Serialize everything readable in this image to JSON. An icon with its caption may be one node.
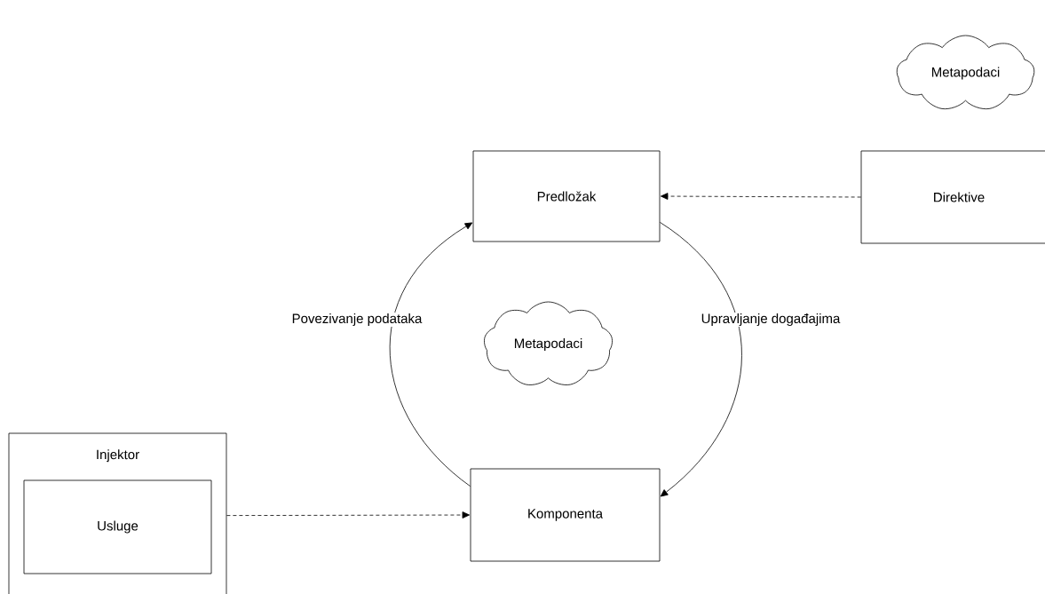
{
  "diagram": {
    "nodes": [
      {
        "text": [
          "Metapodaci"
        ]
      },
      {
        "text": [
          "Predložak"
        ]
      },
      {
        "text": [
          "Direktive"
        ]
      },
      {
        "text": [
          "Metapodaci"
        ]
      },
      {
        "text": [
          "Injektor"
        ]
      },
      {
        "text": [
          "Usluge"
        ],
        "in": 4
      },
      {
        "text": [
          "Komponenta"
        ]
      }
    ],
    "edges": [
      {
        "from": 2,
        "to": 1,
        "arrow": "to",
        "style": "dashed"
      },
      {
        "from": 6,
        "to": 1,
        "arrow": "to",
        "label": "Povezivanje podataka"
      },
      {
        "from": 1,
        "to": 6,
        "arrow": "to",
        "label": "Upravljanje događajima"
      },
      {
        "from": 4,
        "to": 6,
        "arrow": "to",
        "style": "dashed"
      }
    ]
  }
}
